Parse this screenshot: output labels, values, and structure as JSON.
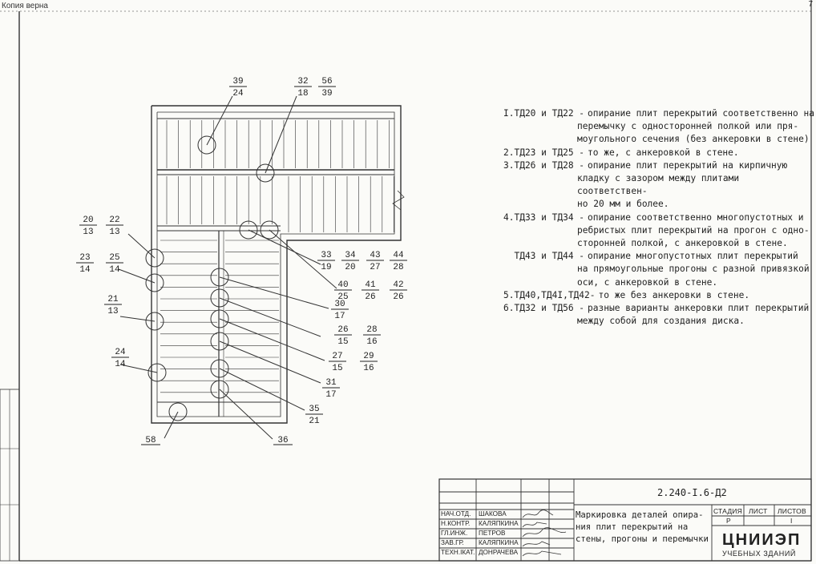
{
  "stamp": "Копия верна",
  "page_number": "7",
  "marks": [
    {
      "top": "39",
      "bottom": "24"
    },
    {
      "top": "32",
      "bottom": "18"
    },
    {
      "top": "56",
      "bottom": "39"
    },
    {
      "top": "20",
      "bottom": "13"
    },
    {
      "top": "22",
      "bottom": "13"
    },
    {
      "top": "23",
      "bottom": "14"
    },
    {
      "top": "25",
      "bottom": "14"
    },
    {
      "top": "21",
      "bottom": "13"
    },
    {
      "top": "24",
      "bottom": "14"
    },
    {
      "top": "33",
      "bottom": "19"
    },
    {
      "top": "34",
      "bottom": "20"
    },
    {
      "top": "43",
      "bottom": "27"
    },
    {
      "top": "44",
      "bottom": "28"
    },
    {
      "top": "40",
      "bottom": "25"
    },
    {
      "top": "41",
      "bottom": "26"
    },
    {
      "top": "42",
      "bottom": "26"
    },
    {
      "top": "30",
      "bottom": "17"
    },
    {
      "top": "26",
      "bottom": "15"
    },
    {
      "top": "28",
      "bottom": "16"
    },
    {
      "top": "27",
      "bottom": "15"
    },
    {
      "top": "29",
      "bottom": "16"
    },
    {
      "top": "31",
      "bottom": "17"
    },
    {
      "top": "35",
      "bottom": "21"
    }
  ],
  "single_marks": [
    "58",
    "36"
  ],
  "notes": [
    {
      "key": "I.ТД20 и ТД22 -",
      "lines": [
        "опирание плит перекрытий соответственно на",
        "перемычку с односторонней полкой или пря-",
        "моугольного сечения (без анкеровки  в стене)"
      ]
    },
    {
      "key": "2.ТД23 и ТД25 -",
      "lines": [
        "то же, с анкеровкой в стене."
      ]
    },
    {
      "key": "3.ТД26 и ТД28 -",
      "lines": [
        "опирание плит перекрытий на кирпичную",
        "кладку с зазором между плитами соответствен-",
        "но 20 мм и более."
      ]
    },
    {
      "key": "4.ТД33 и ТД34 -",
      "lines": [
        "опирание соответственно многопустотных и",
        "ребристых плит перекрытий на прогон с одно-",
        "сторонней полкой, с анкеровкой в стене."
      ]
    },
    {
      "key": "  ТД43 и ТД44 -",
      "lines": [
        "опирание  многопустотных плит перекрытий",
        "на прямоугольные прогоны с разной привязкой",
        "оси, с анкеровкой в стене."
      ]
    },
    {
      "key": "5.ТД40,ТД4I,ТД42-",
      "lines": [
        "то же без анкеровки в стене."
      ]
    },
    {
      "key": "6.ТД32 и ТД56 -",
      "lines": [
        "разные варианты анкеровки плит перекрытий",
        "между собой для создания диска."
      ]
    }
  ],
  "title_block": {
    "code": "2.240-I.6-Д2",
    "title_lines": [
      "Маркировка деталей опира-",
      "ния плит перекрытий на",
      "стены, прогоны и перемычки"
    ],
    "col_stage": "СТАДИЯ",
    "col_sheet": "ЛИСТ",
    "col_sheets": "ЛИСТОВ",
    "stage": "Р",
    "sheet": "",
    "sheets": "I",
    "org": "ЦНИИЭП",
    "org_sub": "УЧЕБНЫХ ЗДАНИЙ",
    "staff": [
      {
        "role": "НАЧ.ОТД.",
        "name": "ШАКОВА"
      },
      {
        "role": "Н.КОНТР.",
        "name": "КАЛЯПКИНА"
      },
      {
        "role": "ГЛ.ИНЖ.",
        "name": "ПЕТРОВ"
      },
      {
        "role": "ЗАВ.ГР.",
        "name": "КАЛЯПКИНА"
      },
      {
        "role": "ТЕХН.ІКАТ.",
        "name": "ДОНРАЧЕВА"
      }
    ]
  }
}
